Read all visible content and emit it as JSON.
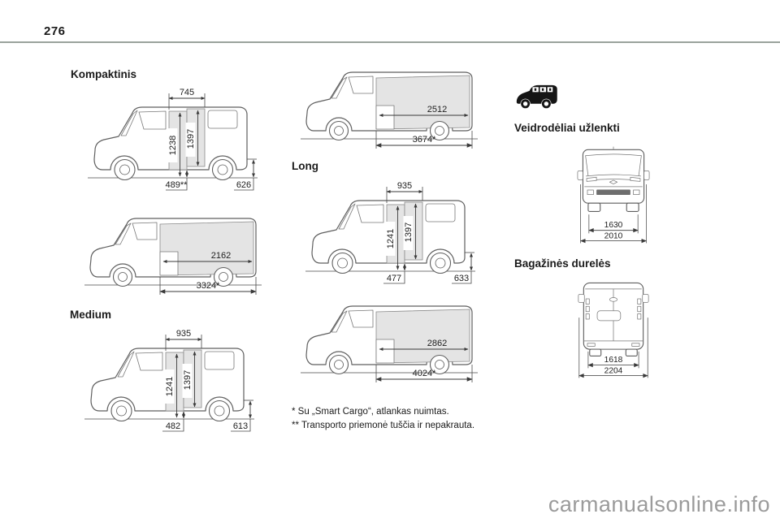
{
  "page_number": "276",
  "headings": {
    "compact": "Kompaktinis",
    "medium": "Medium",
    "long": "Long",
    "mirrors_folded": "Veidrodėliai užlenkti",
    "tailgate": "Bagažinės durelės"
  },
  "diagrams": {
    "compact_door": {
      "door_width": "745",
      "height_1": "1238",
      "height_2": "1397",
      "floor_height": "489**",
      "rear_height": "626"
    },
    "compact_cargo": {
      "cargo_length": "2162",
      "load_length": "3324*"
    },
    "medium_door": {
      "door_width": "935",
      "height_1": "1241",
      "height_2": "1397",
      "floor_height": "482",
      "rear_height": "613"
    },
    "medium_cargo": {
      "cargo_length": "2512",
      "load_length": "3674*"
    },
    "long_door": {
      "door_width": "935",
      "height_1": "1241",
      "height_2": "1397",
      "floor_height": "477",
      "rear_height": "633"
    },
    "long_cargo": {
      "cargo_length": "2862",
      "load_length": "4024*"
    },
    "front_view": {
      "inner_width": "1630",
      "overall_width": "2010"
    },
    "rear_view": {
      "inner_width": "1618",
      "overall_width": "2204"
    }
  },
  "footnotes": {
    "smart_cargo": "* Su „Smart Cargo“, atlankas nuimtas.",
    "unladen": "** Transporto priemonė tuščia ir nepakrauta."
  },
  "icons": {
    "mirrors_folded_icon": "van-dimensions-silhouette"
  },
  "watermark": "carmanualsonline.info",
  "colors": {
    "rule": "#9aa39c",
    "line_art": "#5f5f5f",
    "shade": "#e4e4e4",
    "watermark": "#9b9b9b"
  }
}
